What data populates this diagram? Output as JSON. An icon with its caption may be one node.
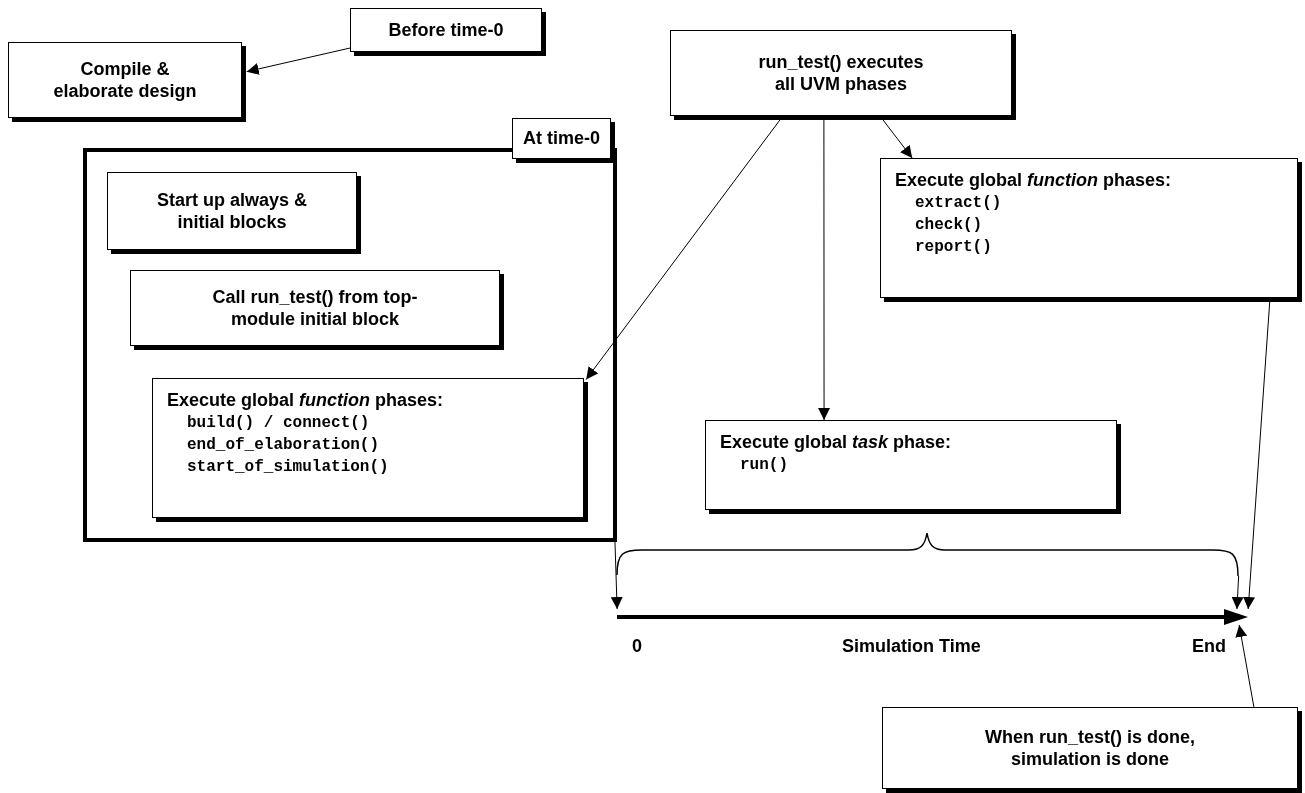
{
  "diagram": {
    "nodes": [
      {
        "text": [
          "Before time-0"
        ]
      },
      {
        "text": [
          "Compile & elaborate design"
        ]
      },
      {
        "text": [
          "At time-0"
        ]
      },
      {
        "text": [
          "Start up always & initial blocks"
        ],
        "in": 2
      },
      {
        "text": [
          "Call run_test() from top-module initial block"
        ],
        "in": 2
      },
      {
        "text": [
          "Execute global *function* phases:",
          "build() / connect()",
          "end_of_elaboration()",
          "start_of_simulation()"
        ],
        "in": 2
      },
      {
        "text": [
          "run_test() executes all UVM phases"
        ]
      },
      {
        "text": [
          "Execute global *function* phases:",
          "extract()",
          "check()",
          "report()"
        ]
      },
      {
        "text": [
          "Execute global *task* phase:",
          "run()"
        ]
      },
      {
        "text": [],
        "shape": "bar",
        "beside": [
          "0",
          "Simulation Time",
          "End"
        ]
      },
      {
        "text": [
          "When run_test() is done, simulation is done"
        ]
      },
      {
        "text": [],
        "shape": "brace"
      }
    ],
    "edges": [
      {
        "from": 0,
        "to": 1,
        "arrow": "to"
      },
      {
        "from": 6,
        "to": 5,
        "arrow": "to"
      },
      {
        "from": 6,
        "to": 8,
        "arrow": "to"
      },
      {
        "from": 6,
        "to": 7,
        "arrow": "to"
      },
      {
        "from": 7,
        "to": 9,
        "arrow": "to"
      },
      {
        "from": 10,
        "to": 9,
        "arrow": "to"
      },
      {
        "from": 2,
        "to": 9,
        "arrow": "to"
      },
      {
        "from": 11,
        "to": 9,
        "arrow": "to"
      }
    ]
  }
}
